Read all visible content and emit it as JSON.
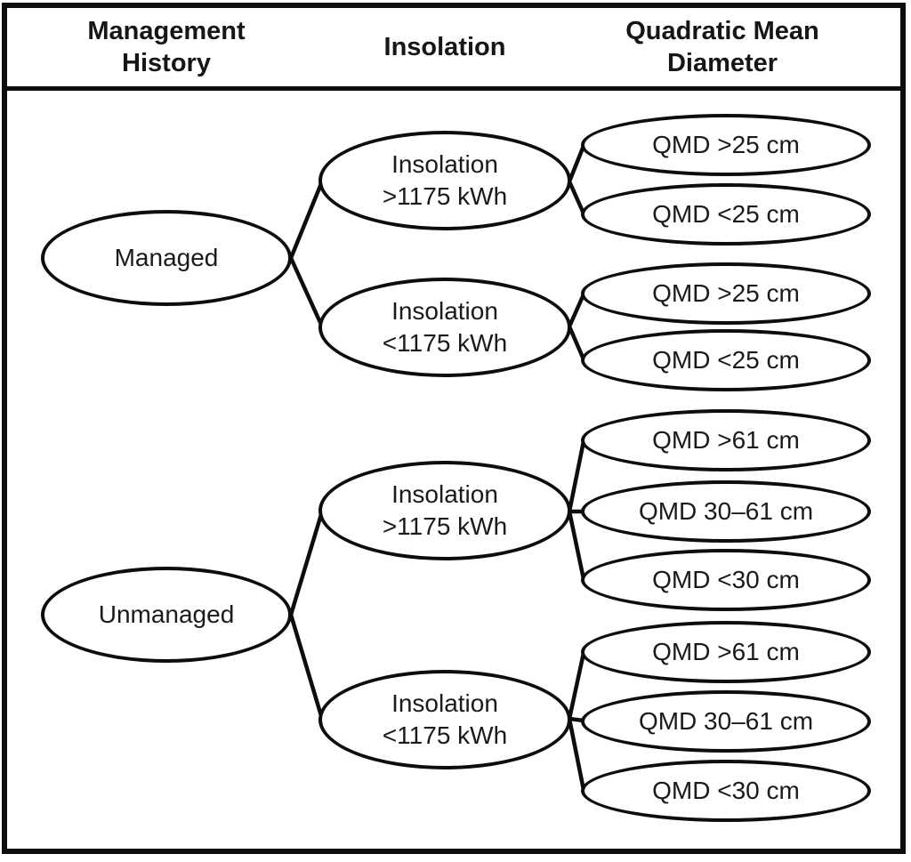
{
  "colors": {
    "ink": "#0d0d0d",
    "paper": "#ffffff"
  },
  "header": {
    "col1_line1": "Management",
    "col1_line2": "History",
    "col2": "Insolation",
    "col3_line1": "Quadratic Mean",
    "col3_line2": "Diameter"
  },
  "tree": {
    "groups": [
      {
        "root": "Managed",
        "branches": [
          {
            "line1": "Insolation",
            "line2": ">1175 kWh",
            "leaves": [
              {
                "label": "QMD >25 cm"
              },
              {
                "label": "QMD <25 cm"
              }
            ]
          },
          {
            "line1": "Insolation",
            "line2": "<1175 kWh",
            "leaves": [
              {
                "label": "QMD >25 cm"
              },
              {
                "label": "QMD <25 cm"
              }
            ]
          }
        ]
      },
      {
        "root": "Unmanaged",
        "branches": [
          {
            "line1": "Insolation",
            "line2": ">1175 kWh",
            "leaves": [
              {
                "label": "QMD >61 cm"
              },
              {
                "label": "QMD 30–61 cm"
              },
              {
                "label": "QMD <30 cm"
              }
            ]
          },
          {
            "line1": "Insolation",
            "line2": "<1175 kWh",
            "leaves": [
              {
                "label": "QMD >61 cm"
              },
              {
                "label": "QMD 30–61 cm"
              },
              {
                "label": "QMD <30 cm"
              }
            ]
          }
        ]
      }
    ]
  }
}
